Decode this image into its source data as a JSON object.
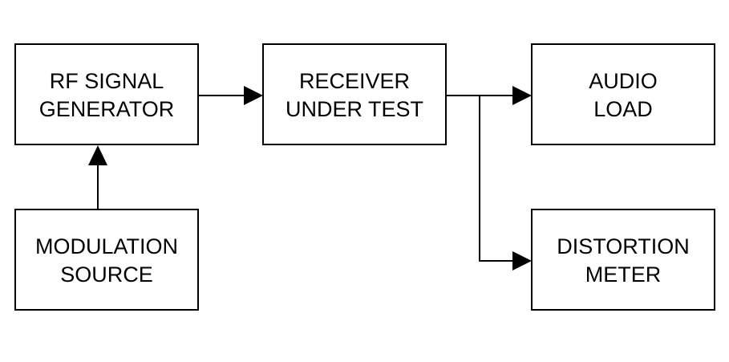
{
  "diagram": {
    "blocks": {
      "rf_generator": {
        "line1": "RF SIGNAL",
        "line2": "GENERATOR"
      },
      "receiver": {
        "line1": "RECEIVER",
        "line2": "UNDER TEST"
      },
      "audio_load": {
        "line1": "AUDIO",
        "line2": "LOAD"
      },
      "modulation_source": {
        "line1": "MODULATION",
        "line2": "SOURCE"
      },
      "distortion_meter": {
        "line1": "DISTORTION",
        "line2": "METER"
      }
    },
    "colors": {
      "stroke": "#000000",
      "background": "#ffffff"
    }
  }
}
